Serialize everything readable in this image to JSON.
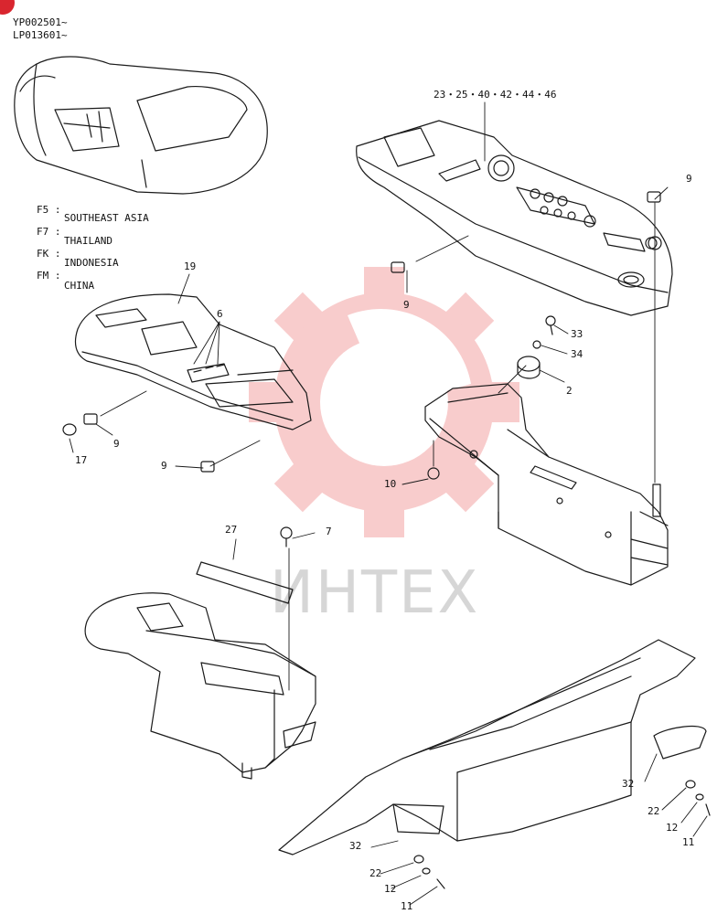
{
  "header": {
    "serial_1": "YP002501~",
    "serial_2": "LP013601~"
  },
  "regions": [
    {
      "code": "F5 :",
      "name": "SOUTHEAST ASIA"
    },
    {
      "code": "F7 :",
      "name": "THAILAND"
    },
    {
      "code": "FK :",
      "name": "INDONESIA"
    },
    {
      "code": "FM :",
      "name": "CHINA"
    }
  ],
  "callouts": {
    "console_group": "23・25・40・42・44・46",
    "c9_top": "9",
    "c9_left_top": "9",
    "c19": "19",
    "c6": "6",
    "c33": "33",
    "c34": "34",
    "c2": "2",
    "c9_a": "9",
    "c17": "17",
    "c9_b": "9",
    "c10": "10",
    "c27": "27",
    "c7": "7",
    "c32_r": "32",
    "c22_r": "22",
    "c12_r": "12",
    "c11_r": "11",
    "c32_l": "32",
    "c22_l": "22",
    "c12_l": "12",
    "c11_l": "11"
  },
  "watermark": {
    "text": "ИНТЕХ"
  },
  "colors": {
    "line": "#1a1a1a",
    "watermark": "#f08a8a",
    "badge": "#d9262f"
  }
}
